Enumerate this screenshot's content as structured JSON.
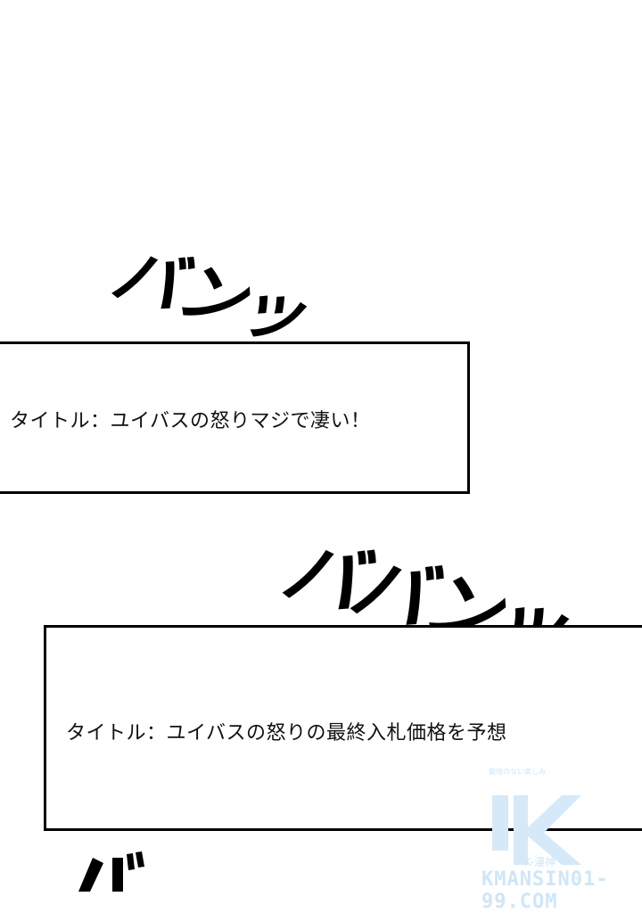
{
  "sfx": [
    "バンッ",
    "ババンッ",
    "バ"
  ],
  "captions": [
    {
      "text": "タイトル：ユイバスの怒りマジで凄い！"
    },
    {
      "text": "タイトル：ユイバスの怒りの最終入札価格を予想"
    }
  ],
  "watermark": {
    "tagline": "最強のない楽しみ",
    "brand": "K-漫神",
    "site": "KMANSIN01-99.COM",
    "color": "#cfe6f7"
  }
}
